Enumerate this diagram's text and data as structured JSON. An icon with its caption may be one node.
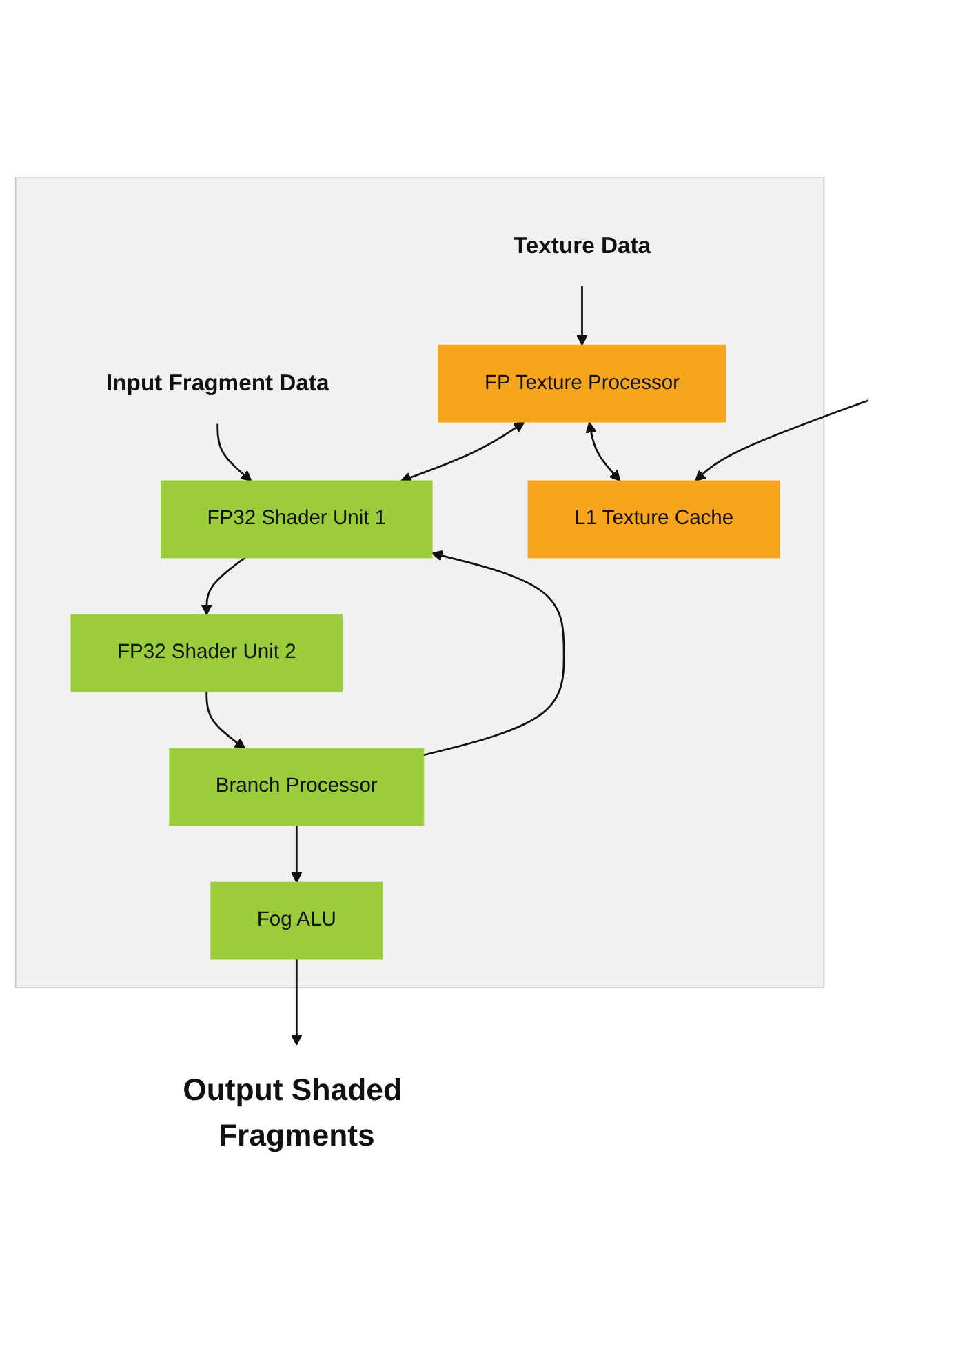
{
  "diagram": {
    "nodes": [
      {
        "text": [],
        "shape": "box"
      },
      {
        "text": [
          "Texture Data"
        ],
        "in": 0
      },
      {
        "text": [
          "Input Fragment Data"
        ],
        "in": 0
      },
      {
        "text": [
          "FP Texture Processor"
        ],
        "in": 0
      },
      {
        "text": [
          "FP32 Shader Unit 1"
        ],
        "in": 0
      },
      {
        "text": [
          "L1 Texture Cache"
        ],
        "in": 0
      },
      {
        "text": [
          "FP32 Shader Unit 2"
        ],
        "in": 0
      },
      {
        "text": [
          "Branch Processor"
        ],
        "in": 0
      },
      {
        "text": [
          "Fog ALU"
        ],
        "in": 0
      },
      {
        "text": [
          "Output Shaded Fragments"
        ]
      }
    ],
    "edges": [
      {
        "from": 1,
        "to": 3,
        "arrow": "to"
      },
      {
        "from": 2,
        "to": 4,
        "arrow": "to"
      },
      {
        "from": 3,
        "to": 4,
        "arrow": "both"
      },
      {
        "from": 3,
        "to": 5,
        "arrow": "both"
      },
      {
        "from": null,
        "to": 5,
        "arrow": "to"
      },
      {
        "from": 4,
        "to": 6,
        "arrow": "to"
      },
      {
        "from": 6,
        "to": 7,
        "arrow": "to"
      },
      {
        "from": 7,
        "to": 4,
        "arrow": "to"
      },
      {
        "from": 7,
        "to": 8,
        "arrow": "to"
      },
      {
        "from": 8,
        "to": 9,
        "arrow": "to"
      }
    ]
  }
}
